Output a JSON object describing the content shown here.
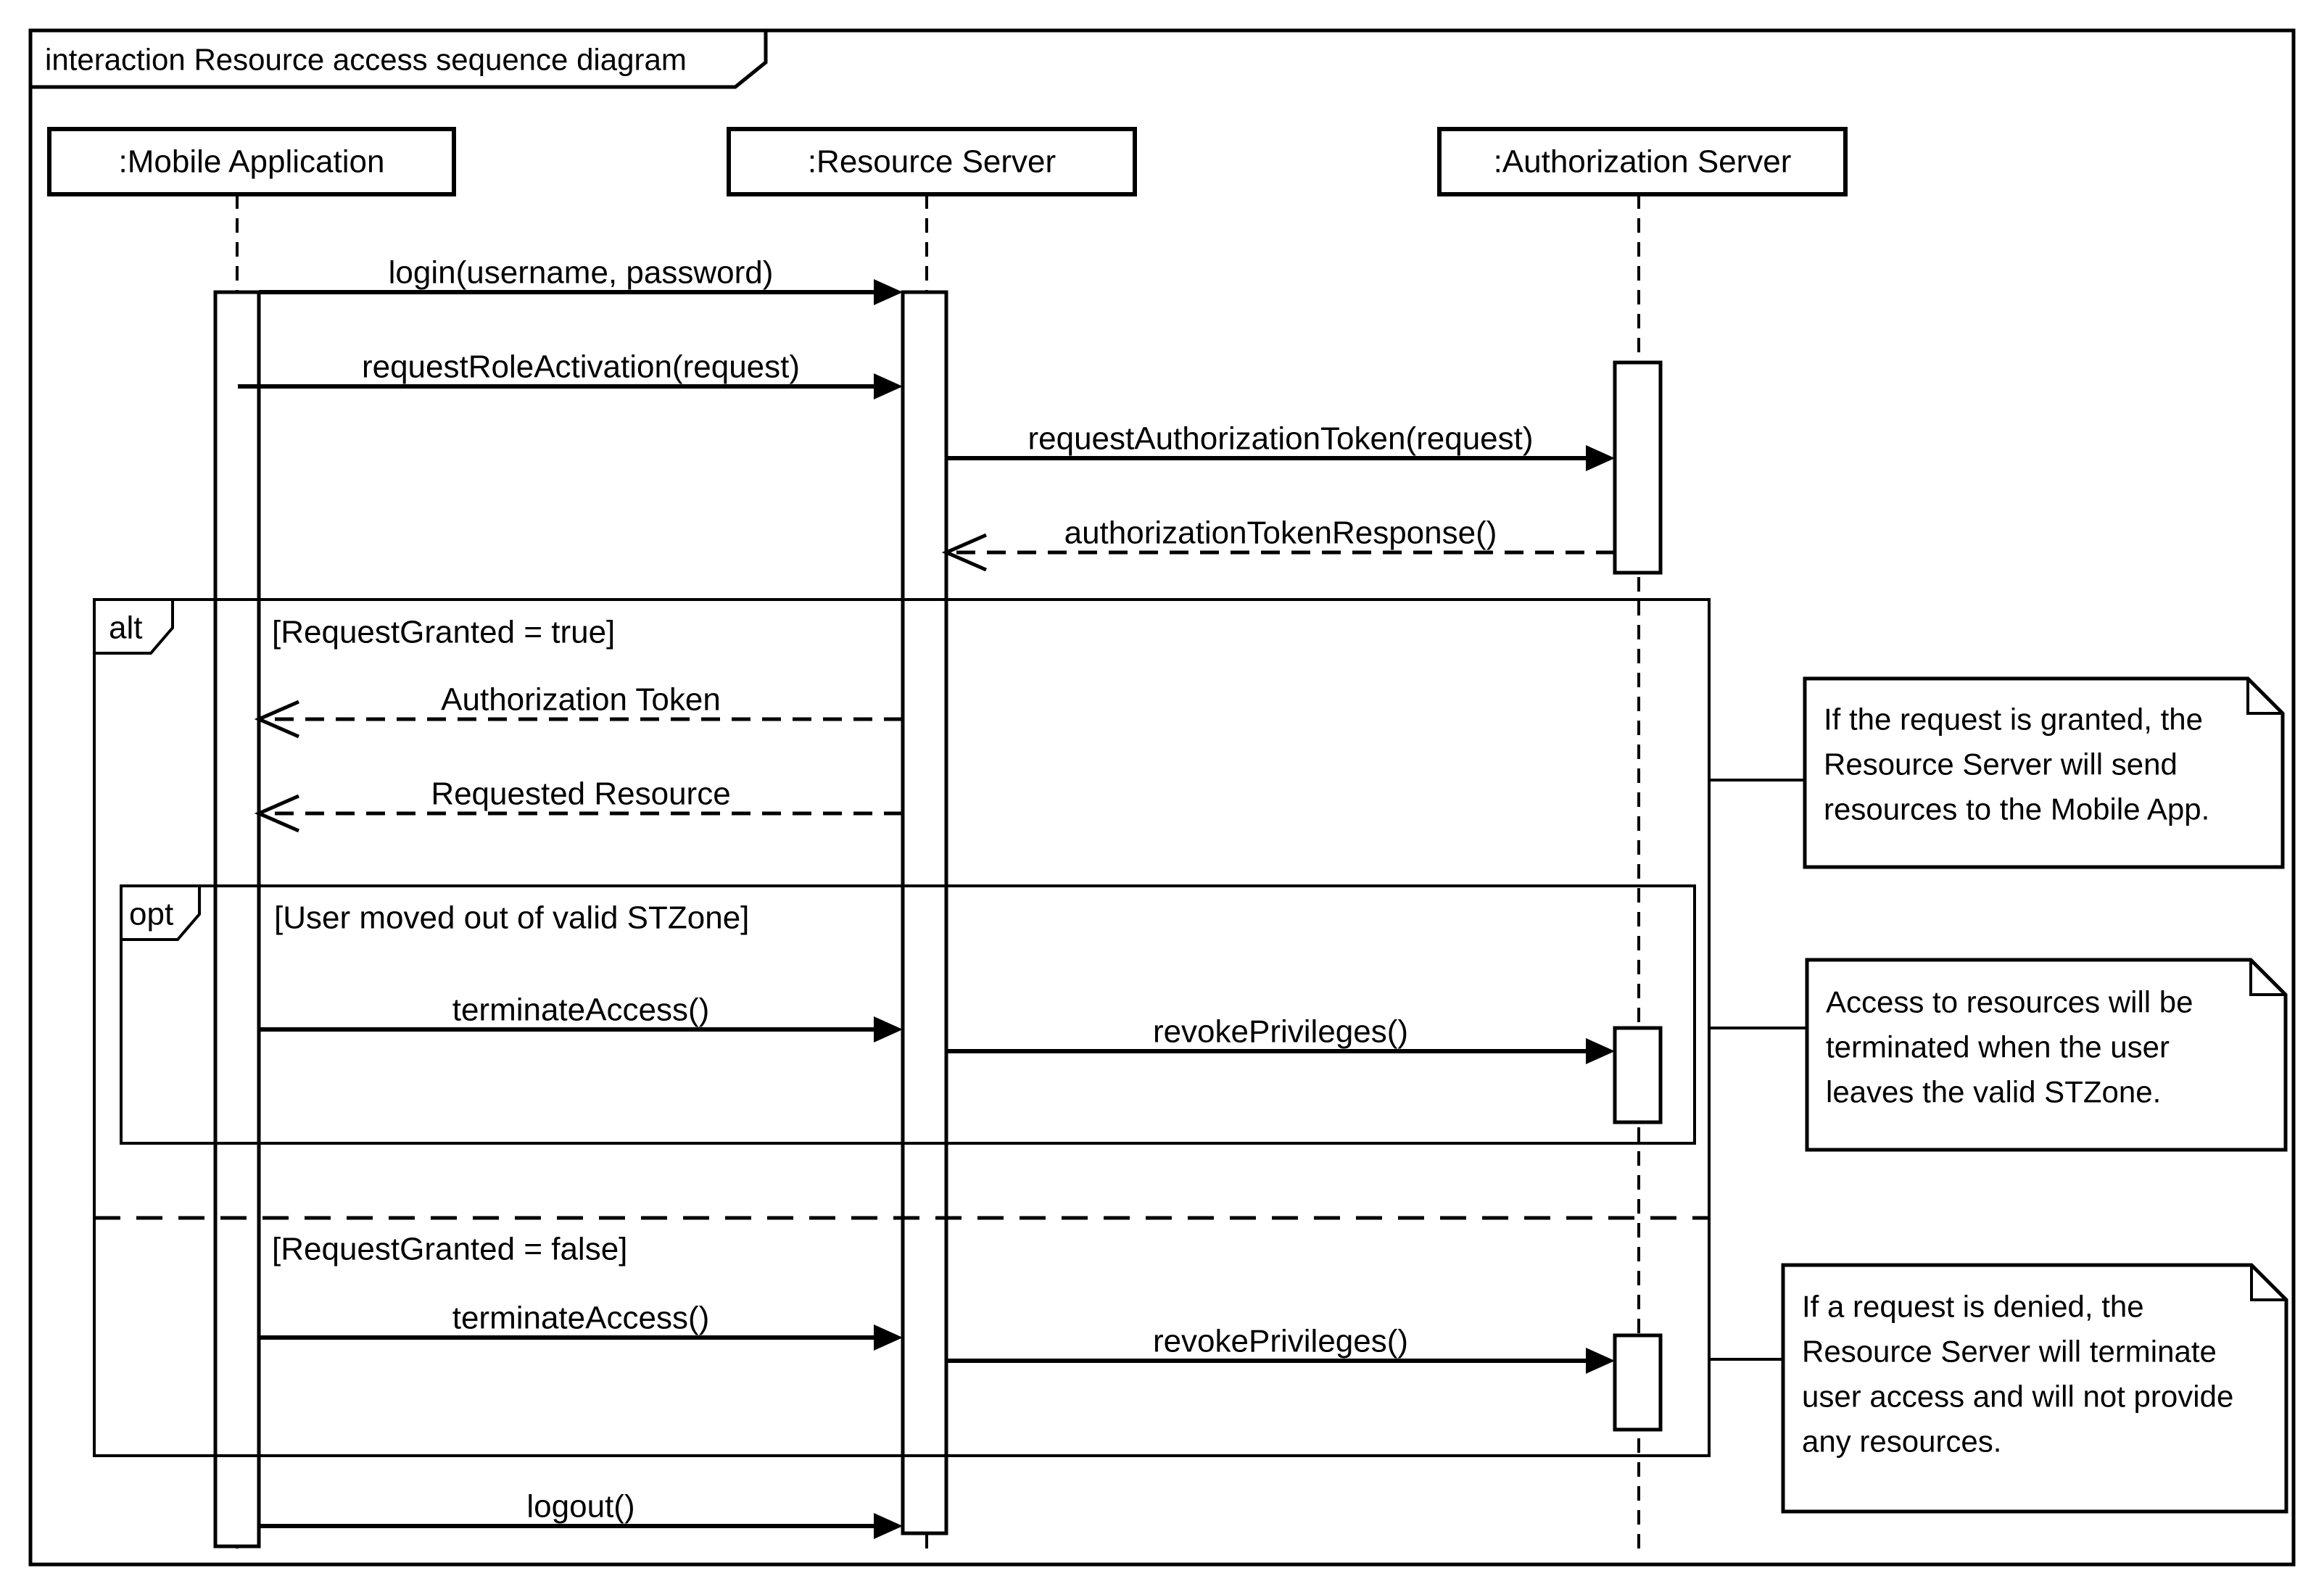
{
  "colors": {
    "background": "#ffffff",
    "line": "#000000",
    "text": "#000000"
  },
  "frame": {
    "title": "interaction Resource access sequence diagram"
  },
  "lifelines": [
    {
      "id": "mobile",
      "label": ":Mobile Application"
    },
    {
      "id": "resource",
      "label": ":Resource Server"
    },
    {
      "id": "auth",
      "label": ":Authorization Server"
    }
  ],
  "messages": {
    "login": {
      "label": "login(username, password)",
      "kind": "sync"
    },
    "request_role_activation": {
      "label": "requestRoleActivation(request)",
      "kind": "sync"
    },
    "request_authorization_token": {
      "label": "requestAuthorizationToken(request)",
      "kind": "sync"
    },
    "authorization_token_response": {
      "label": "authorizationTokenResponse()",
      "kind": "return"
    },
    "authorization_token": {
      "label": "Authorization Token",
      "kind": "return"
    },
    "requested_resource": {
      "label": "Requested Resource",
      "kind": "return"
    },
    "terminate_access_opt": {
      "label": "terminateAccess()",
      "kind": "sync"
    },
    "revoke_privileges_opt": {
      "label": "revokePrivileges()",
      "kind": "sync"
    },
    "terminate_access_denied": {
      "label": "terminateAccess()",
      "kind": "sync"
    },
    "revoke_privileges_denied": {
      "label": "revokePrivileges()",
      "kind": "sync"
    },
    "logout": {
      "label": "logout()",
      "kind": "sync"
    }
  },
  "fragments": {
    "alt": {
      "operator": "alt",
      "guards": {
        "granted": "[RequestGranted = true]",
        "denied": "[RequestGranted = false]"
      }
    },
    "opt": {
      "operator": "opt",
      "guard": "[User moved out of valid STZone]"
    }
  },
  "notes": [
    {
      "lines": [
        "If the request is granted, the",
        "Resource Server will send",
        "resources to the Mobile App."
      ]
    },
    {
      "lines": [
        "Access to resources will be",
        "terminated when the user",
        "leaves the valid STZone."
      ]
    },
    {
      "lines": [
        "If a request is denied, the",
        "Resource Server will terminate",
        "user access and will not provide",
        "any resources."
      ]
    }
  ]
}
